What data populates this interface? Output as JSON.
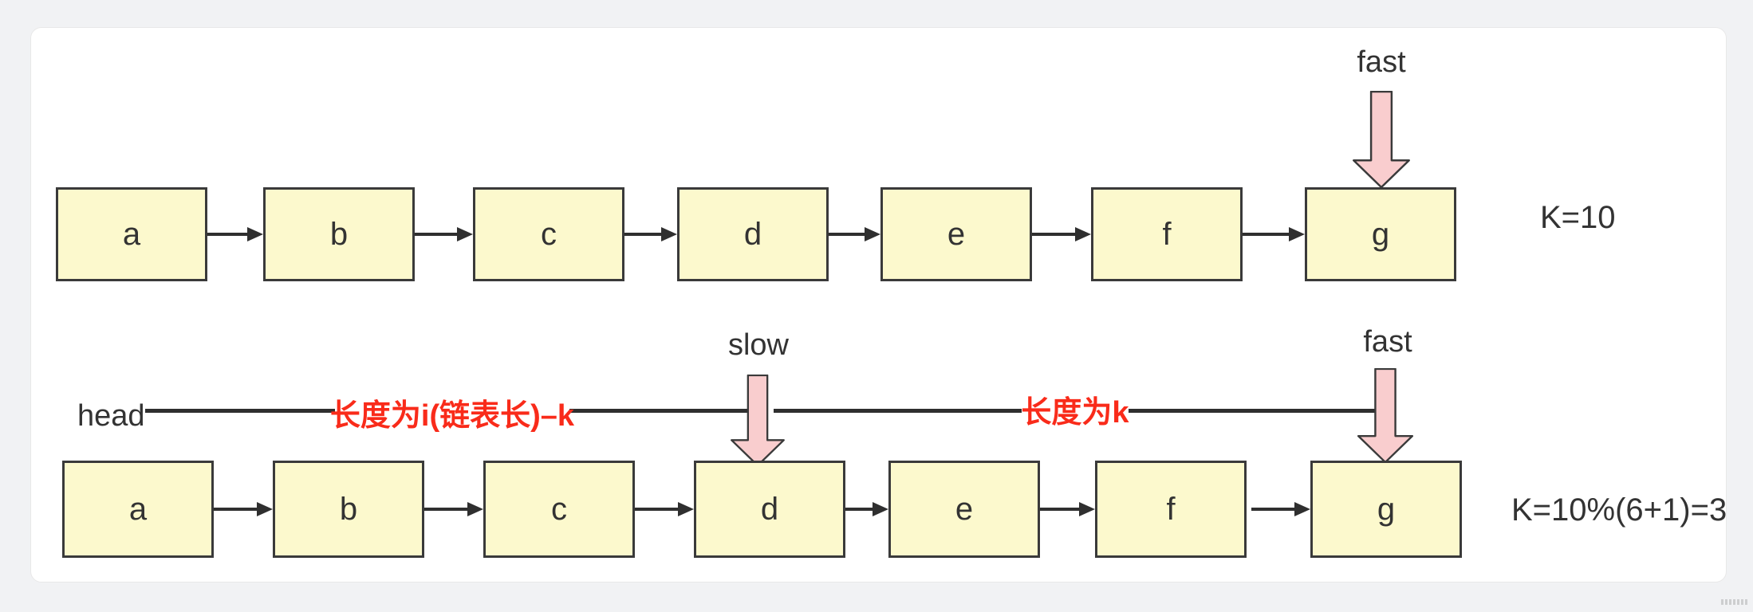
{
  "colors": {
    "canvas_bg": "#f1f2f4",
    "panel_bg": "#ffffff",
    "panel_border": "#e8e8e8",
    "node_fill": "#fcf9cd",
    "node_border": "#3a3a3a",
    "pointer_fill": "#f9cdce",
    "arrow_line": "#2f2f2f",
    "text": "#333333",
    "accent_red": "#f92b1a"
  },
  "list1": {
    "nodes": [
      "a",
      "b",
      "c",
      "d",
      "e",
      "f",
      "g"
    ],
    "fast_label": "fast",
    "annotation": "K=10"
  },
  "list2": {
    "nodes": [
      "a",
      "b",
      "c",
      "d",
      "e",
      "f",
      "g"
    ],
    "head_label": "head",
    "slow_label": "slow",
    "fast_label": "fast",
    "left_segment_label": "长度为i(链表长)–k",
    "right_segment_label": "长度为k",
    "annotation": "K=10%(6+1)=3"
  }
}
